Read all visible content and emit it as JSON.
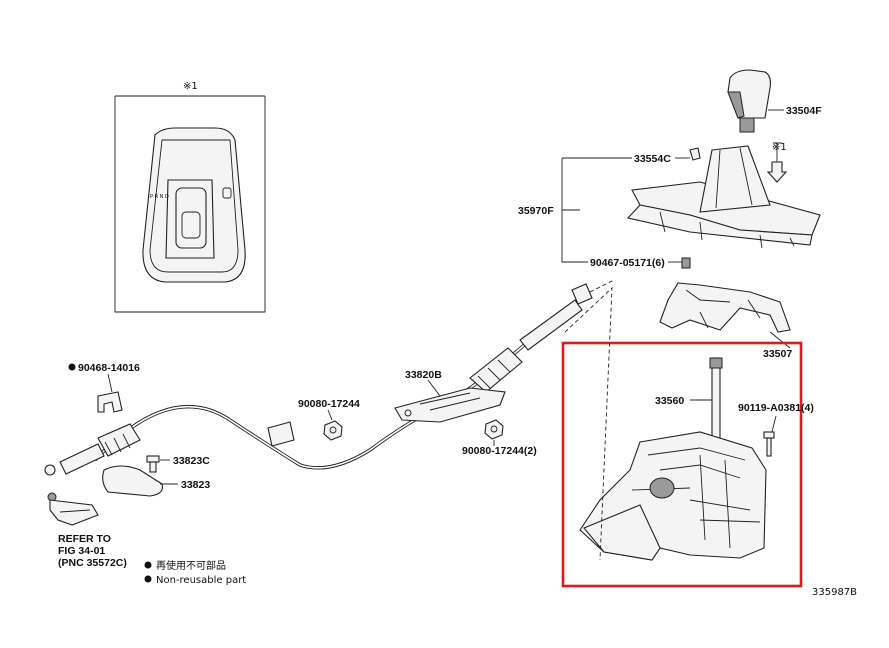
{
  "labels": {
    "knob": "33504F",
    "clip": "33554C",
    "bezel": "35970F",
    "screw": "90467-05171(6)",
    "housing": "33507",
    "shifter": "33560",
    "shifter_bolt": "90119-A0381(4)",
    "cable_bracket": "33820B",
    "nut_left": "90080-17244",
    "nut_right": "90080-17244(2)",
    "clip_left": "90468-14016",
    "bolt_c": "33823C",
    "retainer": "33823",
    "refer_line1": "REFER TO",
    "refer_line2": "FIG 34-01",
    "refer_line3": "(PNC 35572C)",
    "inset_mark": "※1",
    "arrow_mark": "※1",
    "figure_id": "335987B"
  },
  "legend": {
    "jp_text": "再使用不可部品",
    "en_text": "Non-reusable part"
  },
  "colors": {
    "highlight": "#e0191e",
    "ink": "#222222"
  }
}
